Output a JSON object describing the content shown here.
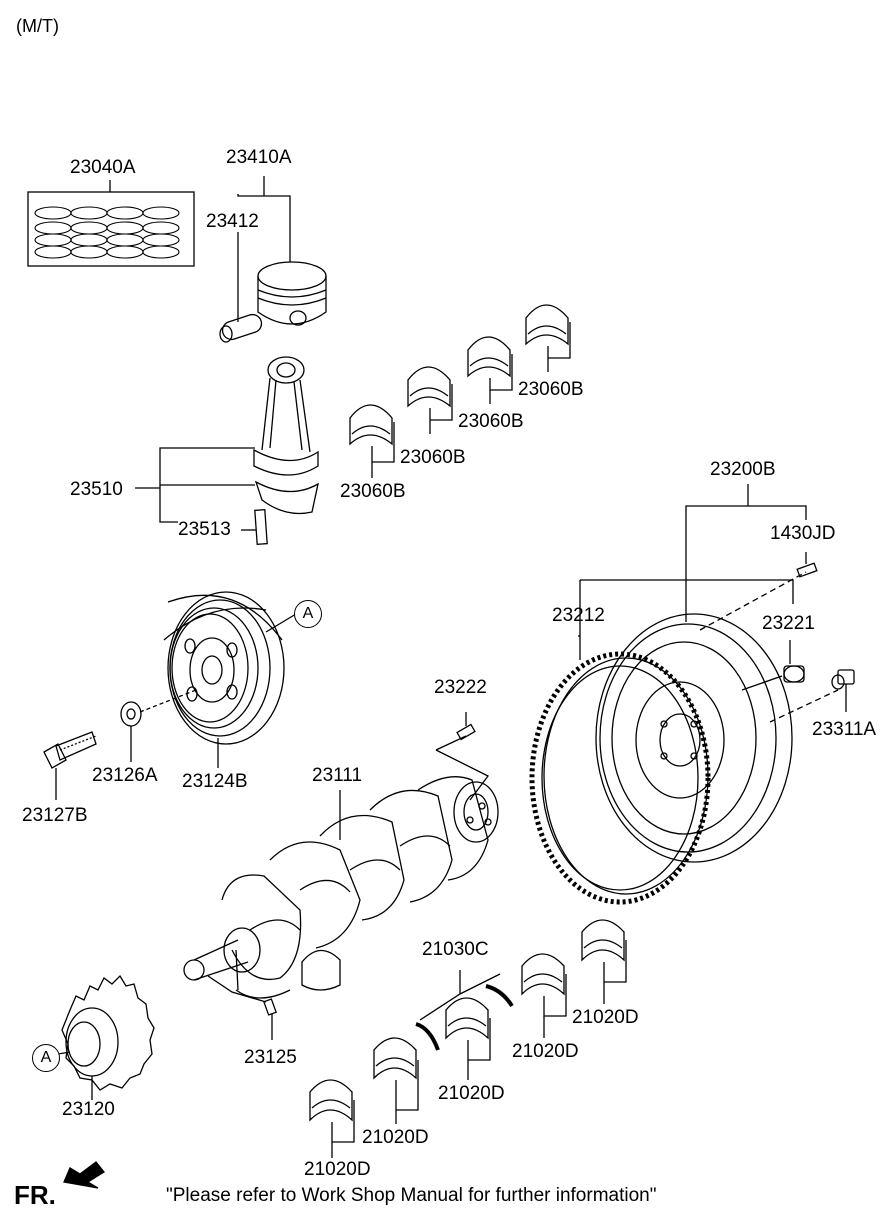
{
  "header": {
    "variant": "(M/T)"
  },
  "parts": {
    "p23040A": "23040A",
    "p23410A": "23410A",
    "p23412": "23412",
    "p23510": "23510",
    "p23513": "23513",
    "p23060B_1": "23060B",
    "p23060B_2": "23060B",
    "p23060B_3": "23060B",
    "p23060B_4": "23060B",
    "p23200B": "23200B",
    "p1430JD": "1430JD",
    "p23212": "23212",
    "p23221": "23221",
    "p23311A": "23311A",
    "p23222": "23222",
    "p23111": "23111",
    "p23126A": "23126A",
    "p23124B": "23124B",
    "p23127B": "23127B",
    "p21030C": "21030C",
    "p21020D_1": "21020D",
    "p21020D_2": "21020D",
    "p21020D_3": "21020D",
    "p21020D_4": "21020D",
    "p21020D_5": "21020D",
    "p23125": "23125",
    "p23120": "23120"
  },
  "callouts": {
    "a_top": "A",
    "a_bottom": "A"
  },
  "footer": {
    "direction": "FR.",
    "note": "\"Please refer to Work Shop Manual for further information\""
  },
  "icons": {
    "front_arrow": "arrow-icon"
  }
}
